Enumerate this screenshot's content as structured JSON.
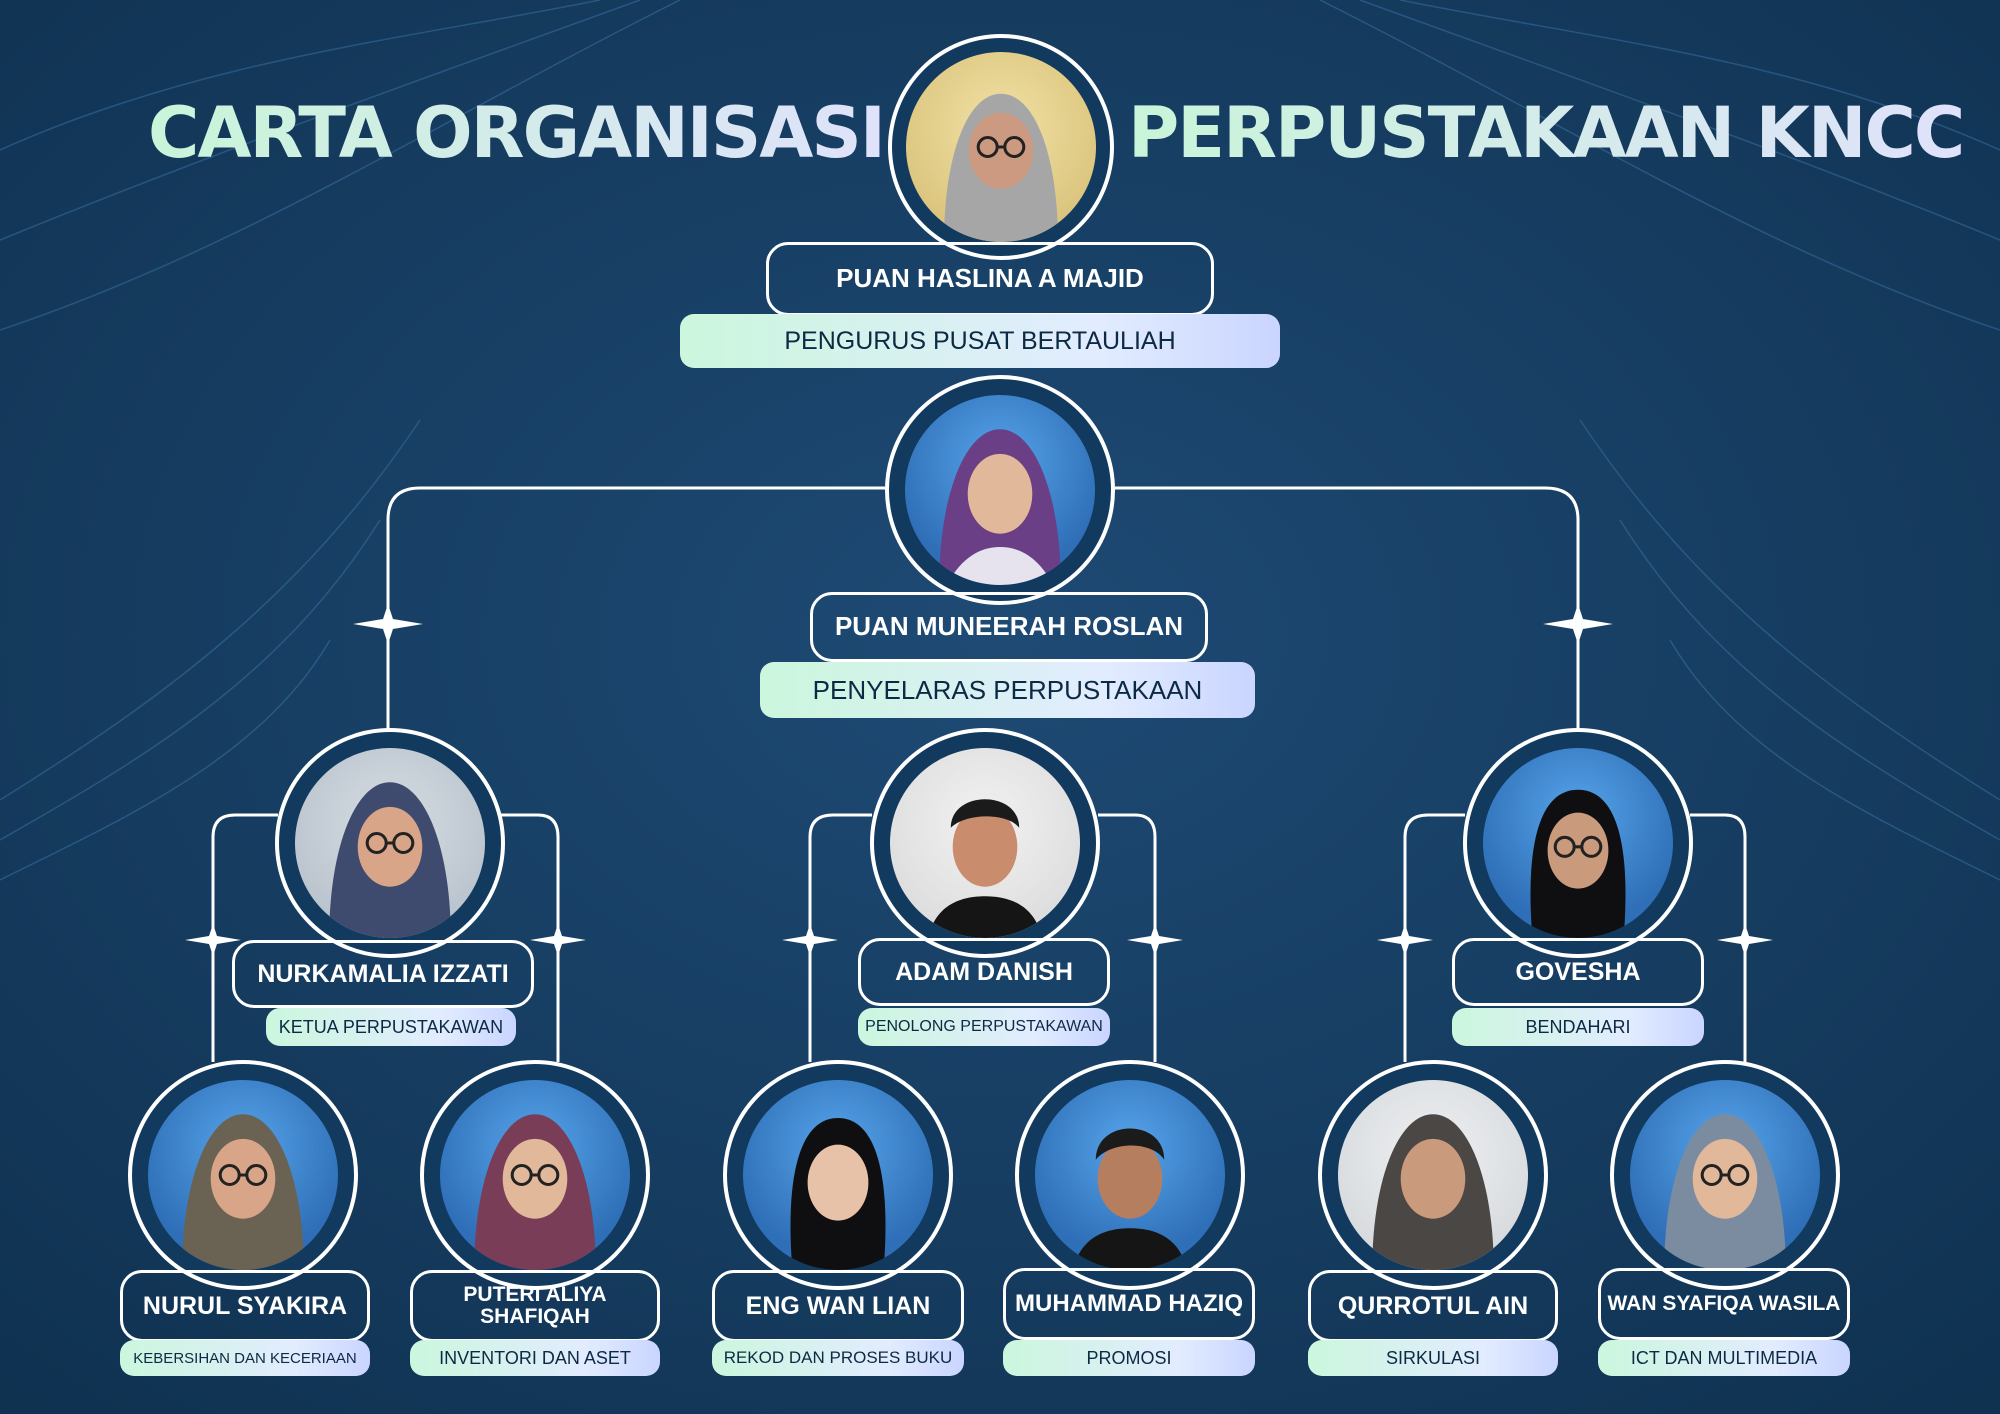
{
  "title": {
    "left": "CARTA ORGANISASI",
    "right": "PERPUSTAKAAN KNCC"
  },
  "colors": {
    "background": "#173e63",
    "line": "#ffffff",
    "accent_green": "#cbf7dd",
    "accent_lavender": "#c9d5ff"
  },
  "members": [
    {
      "name": "PUAN HASLINA A MAJID",
      "role": "PENGURUS PUSAT BERTAULIAH",
      "photo": "portrait-hijab-glasses"
    },
    {
      "name": "PUAN MUNEERAH ROSLAN",
      "role": "PENYELARAS PERPUSTAKAAN",
      "photo": "portrait-hijab-purple"
    },
    {
      "name": "NURKAMALIA IZZATI",
      "role": "KETUA PERPUSTAKAWAN",
      "photo": "portrait-hijab-glasses"
    },
    {
      "name": "ADAM DANISH",
      "role": "PENOLONG PERPUSTAKAWAN",
      "photo": "portrait-male"
    },
    {
      "name": "GOVESHA",
      "role": "BENDAHARI",
      "photo": "portrait-female-glasses"
    },
    {
      "name": "NURUL SYAKIRA",
      "role": "KEBERSIHAN DAN KECERIAAN",
      "photo": "portrait-hijab-glasses"
    },
    {
      "name": "PUTERI ALIYA SHAFIQAH",
      "role": "INVENTORI DAN ASET",
      "photo": "portrait-hijab-glasses"
    },
    {
      "name": "ENG WAN LIAN",
      "role": "REKOD DAN PROSES BUKU",
      "photo": "portrait-female"
    },
    {
      "name": "MUHAMMAD HAZIQ",
      "role": "PROMOSI",
      "photo": "portrait-male"
    },
    {
      "name": "QURROTUL AIN",
      "role": "SIRKULASI",
      "photo": "portrait-hijab"
    },
    {
      "name": "WAN SYAFIQA WASILA",
      "role": "ICT DAN MULTIMEDIA",
      "photo": "portrait-hijab-glasses"
    }
  ]
}
